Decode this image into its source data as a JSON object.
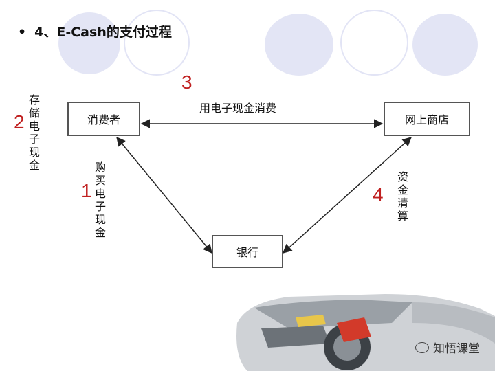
{
  "title": {
    "bullet": "•",
    "text": "4、E-Cash的支付过程"
  },
  "nodes": {
    "consumer": "消费者",
    "store": "网上商店",
    "bank": "银行"
  },
  "steps": {
    "step1": {
      "number": "1",
      "label": "购买电子现金"
    },
    "step2": {
      "number": "2",
      "label": "存储电子现金"
    },
    "step3": {
      "number": "3",
      "label": "用电子现金消费"
    },
    "step4": {
      "number": "4",
      "label": "资金清算"
    }
  },
  "watermark": {
    "icon": "wechat-icon",
    "text": "知悟课堂"
  },
  "colors": {
    "step_number": "#c02020",
    "decor": "#d9dcf2"
  }
}
